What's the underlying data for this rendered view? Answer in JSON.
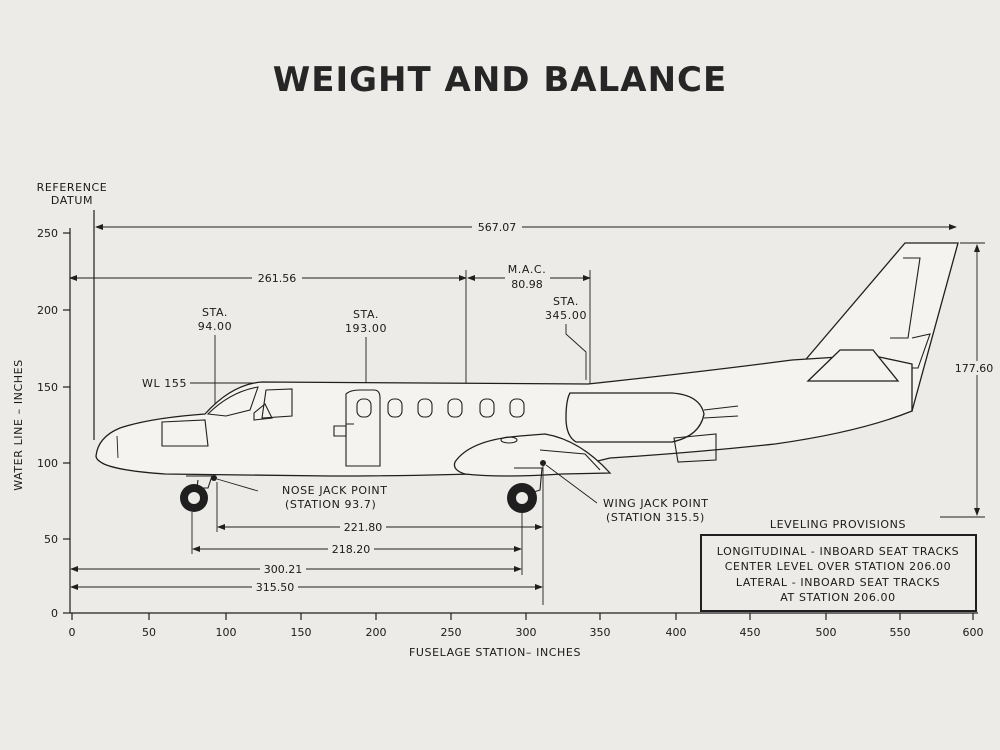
{
  "title": "WEIGHT AND BALANCE",
  "reference_datum": [
    "REFERENCE",
    "DATUM"
  ],
  "y_axis": {
    "label": "WATER LINE – INCHES",
    "ticks": [
      "250",
      "200",
      "150",
      "100",
      "50",
      "0"
    ]
  },
  "x_axis": {
    "label": "FUSELAGE STATION– INCHES",
    "ticks": [
      "0",
      "50",
      "100",
      "150",
      "200",
      "250",
      "300",
      "350",
      "400",
      "450",
      "500",
      "550",
      "600"
    ]
  },
  "stations": {
    "sta_94": [
      "STA.",
      "94.00"
    ],
    "sta_193": [
      "STA.",
      "193.00"
    ],
    "sta_345": [
      "STA.",
      "345.00"
    ],
    "mac": [
      "M.A.C.",
      "80.98"
    ]
  },
  "wl_label": "WL 155",
  "dimensions": {
    "overall_length": "567.07",
    "datum_to_mac": "261.56",
    "height": "177.60",
    "d_221": "221.80",
    "d_218": "218.20",
    "d_300": "300.21",
    "d_315": "315.50"
  },
  "jack_points": {
    "nose": [
      "NOSE JACK POINT",
      "(STATION 93.7)"
    ],
    "wing": [
      "WING JACK POINT",
      "(STATION 315.5)"
    ]
  },
  "leveling": {
    "heading": "LEVELING PROVISIONS",
    "lines": [
      "LONGITUDINAL - INBOARD SEAT TRACKS",
      "CENTER LEVEL OVER STATION 206.00",
      "LATERAL - INBOARD SEAT TRACKS",
      "AT STATION 206.00"
    ]
  }
}
